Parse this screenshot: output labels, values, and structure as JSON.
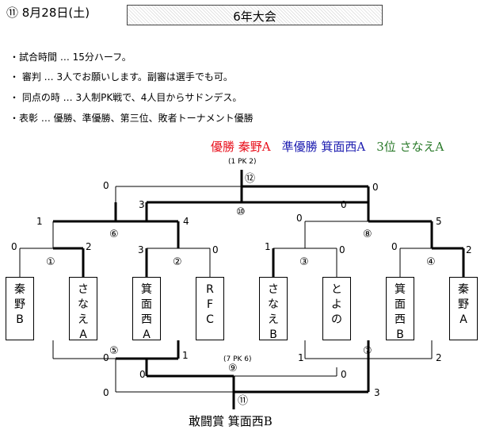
{
  "header": {
    "date": "⑪  8月28日(土)",
    "event": "6年大会"
  },
  "rules": [
    "・試合時間 … 15分ハーフ。",
    "・ 審判  … 3人でお願いします。副審は選手でも可。",
    "・ 同点の時  … 3人制PK戦で、4人目からサドンデス。",
    "・表彰  … 優勝、準優勝、第三位、敗者トーナメント優勝"
  ],
  "results": {
    "winner": "優勝  秦野A",
    "runner_up": "準優勝  箕面西A",
    "third": "3位 さなえA",
    "colors": {
      "winner": "#e8101c",
      "runner_up": "#1c1cb0",
      "third": "#2a7a2a"
    }
  },
  "teams": [
    "秦\n野\nB",
    "さ\nな\nえ\nA",
    "箕\n面\n西\nA",
    "R\nF\nC",
    "さ\nな\nえ\nB",
    "と\nよ\nの",
    "箕\n面\n西\nB",
    "秦\n野\nA"
  ],
  "matches": {
    "m1": "①",
    "m2": "②",
    "m3": "③",
    "m4": "④",
    "m5": "⑤",
    "m6": "⑥",
    "m7": "⑦",
    "m8": "⑧",
    "m9": "⑨",
    "m10": "⑩",
    "m11": "⑪",
    "m12": "⑫"
  },
  "pk": {
    "final": "(1 PK 2)",
    "consolation": "(7 PK 6)"
  },
  "scores": {
    "m1": [
      "0",
      "2"
    ],
    "m2": [
      "3",
      "0"
    ],
    "m3": [
      "1",
      "0"
    ],
    "m4": [
      "0",
      "2"
    ],
    "m6": [
      "1",
      "4"
    ],
    "m8": [
      "0",
      "5"
    ],
    "m10": [
      "3",
      "0"
    ],
    "m12": [
      "0",
      "0"
    ],
    "m5": [
      "0",
      "1"
    ],
    "m7": [
      "1",
      "2"
    ],
    "m9": [
      "0",
      "0"
    ],
    "m11": [
      "0",
      "3"
    ]
  },
  "award": "敢闘賞 箕面西B"
}
